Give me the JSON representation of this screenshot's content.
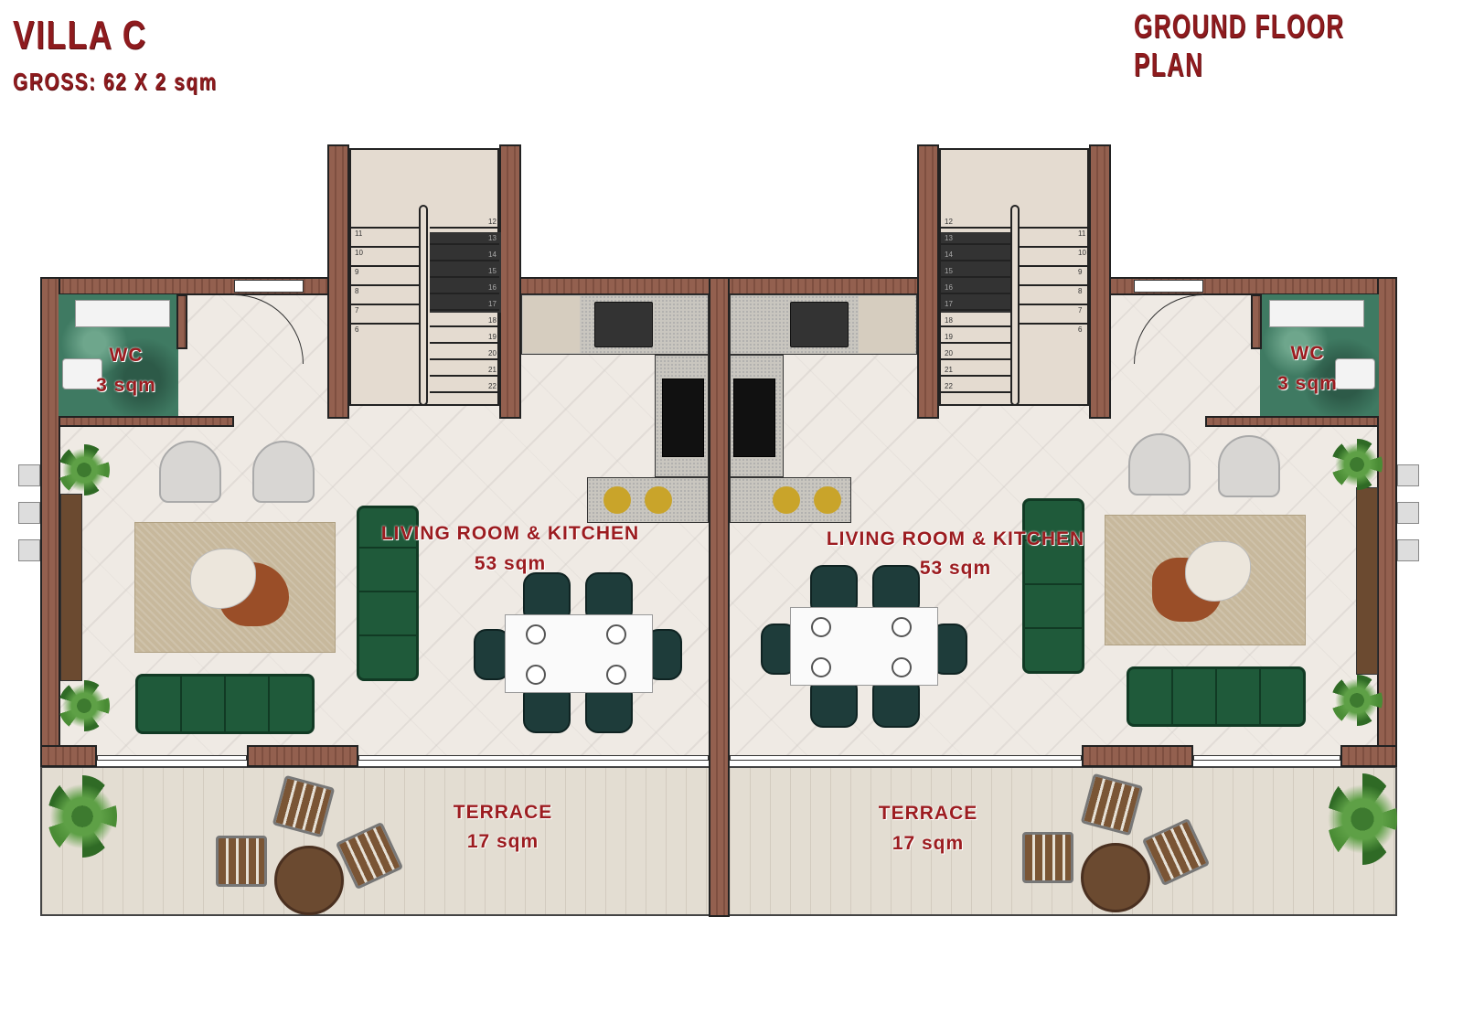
{
  "header": {
    "title": "VILLA C",
    "gross": "GROSS: 62 X 2 sqm",
    "plan_title": "GROUND FLOOR PLAN"
  },
  "colors": {
    "title": "#8e1b1e",
    "wall": "#8a5a4a",
    "sofa": "#1f5a3a",
    "wc_tile": "#3f7a62"
  },
  "units": [
    {
      "wc": {
        "name": "WC",
        "area": "3 sqm"
      },
      "living": {
        "name": "LIVING ROOM & KITCHEN",
        "area": "53 sqm"
      },
      "terrace": {
        "name": "TERRACE",
        "area": "17 sqm"
      }
    },
    {
      "wc": {
        "name": "WC",
        "area": "3 sqm"
      },
      "living": {
        "name": "LIVING ROOM & KITCHEN",
        "area": "53 sqm"
      },
      "terrace": {
        "name": "TERRACE",
        "area": "17 sqm"
      }
    }
  ],
  "stairs": {
    "left_flight": [
      "11",
      "10",
      "9",
      "8",
      "7",
      "6"
    ],
    "right_flight": [
      "12",
      "13",
      "14",
      "15",
      "16",
      "17",
      "18",
      "19",
      "20",
      "21",
      "22"
    ]
  }
}
